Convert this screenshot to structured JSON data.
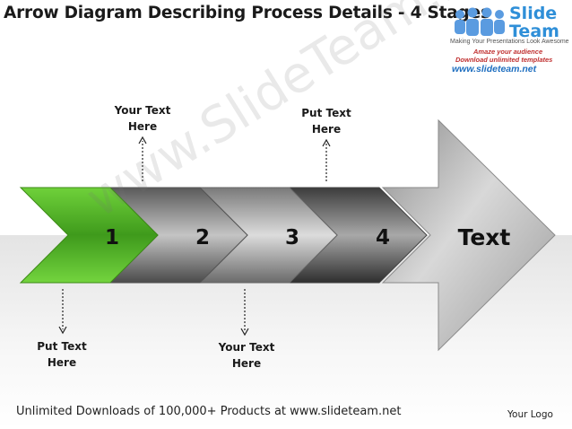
{
  "title": "Arrow Diagram Describing Process Details - 4 Stages",
  "logo": {
    "word1": "Slide",
    "word2": "Team",
    "tagline": "Making Your Presentations Look Awesome",
    "line1": "Amaze your audience",
    "line2": "Download unlimited templates",
    "url": "www.slideteam.net"
  },
  "stages": [
    {
      "label": "1",
      "color": "#5cbf2a"
    },
    {
      "label": "2",
      "color": "#6e6e6e"
    },
    {
      "label": "3",
      "color": "#6e6e6e"
    },
    {
      "label": "4",
      "color": "#555555"
    }
  ],
  "big_arrow_label": "Text",
  "callouts": {
    "top_left": {
      "line1": "Your Text",
      "line2": "Here"
    },
    "top_right": {
      "line1": "Put Text",
      "line2": "Here"
    },
    "bottom_left": {
      "line1": "Put Text",
      "line2": "Here"
    },
    "bottom_mid": {
      "line1": "Your Text",
      "line2": "Here"
    }
  },
  "footer": "Unlimited Downloads of 100,000+ Products at www.slideteam.net",
  "your_logo": "Your Logo",
  "watermark": "www.SlideTeam.net",
  "colors": {
    "accent_green": "#5cbf2a",
    "dark_gray": "#3a3a3a",
    "logo_blue": "#2f8fd8"
  }
}
